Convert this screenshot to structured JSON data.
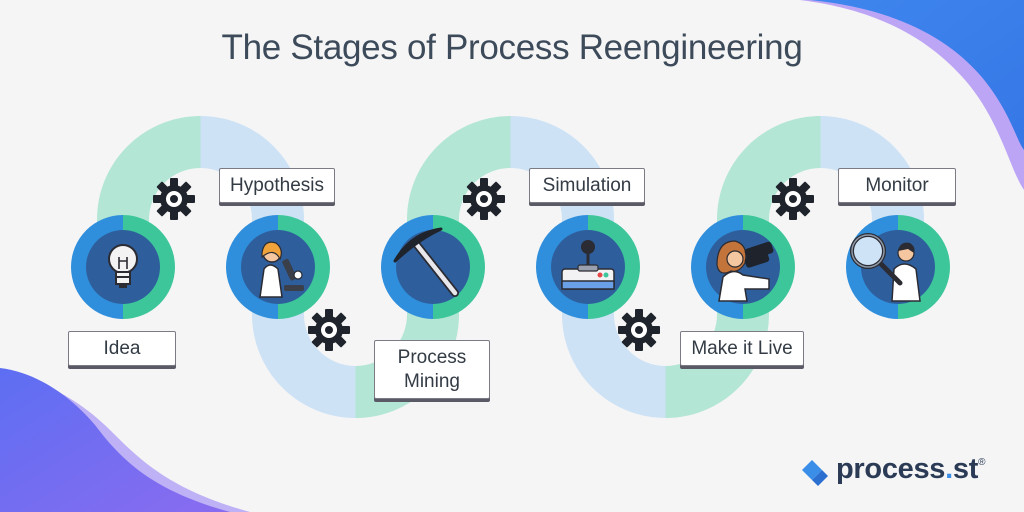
{
  "title": "The Stages of Process Reengineering",
  "stages": [
    {
      "label_lines": [
        "Idea"
      ],
      "icon": "lightbulb-icon"
    },
    {
      "label_lines": [
        "Hypothesis"
      ],
      "icon": "scientist-microscope-icon"
    },
    {
      "label_lines": [
        "Process",
        "Mining"
      ],
      "icon": "pickaxe-icon"
    },
    {
      "label_lines": [
        "Simulation"
      ],
      "icon": "joystick-icon"
    },
    {
      "label_lines": [
        "Make it Live"
      ],
      "icon": "person-binoculars-icon"
    },
    {
      "label_lines": [
        "Monitor"
      ],
      "icon": "person-magnifier-icon"
    }
  ],
  "logo": {
    "name": "process",
    "dot": ".",
    "suffix": "st",
    "mark": "®"
  },
  "colors": {
    "background": "#f5f5f6",
    "track_green": "#b3e6d5",
    "track_blue": "#cde2f5",
    "ring_green": "#3cc69a",
    "ring_blue": "#2f8fdc",
    "disc": "#2e5f9c",
    "title": "#3c4a5a",
    "corner_blue": "#3b82ec",
    "corner_purple": "#8e6ff0"
  }
}
